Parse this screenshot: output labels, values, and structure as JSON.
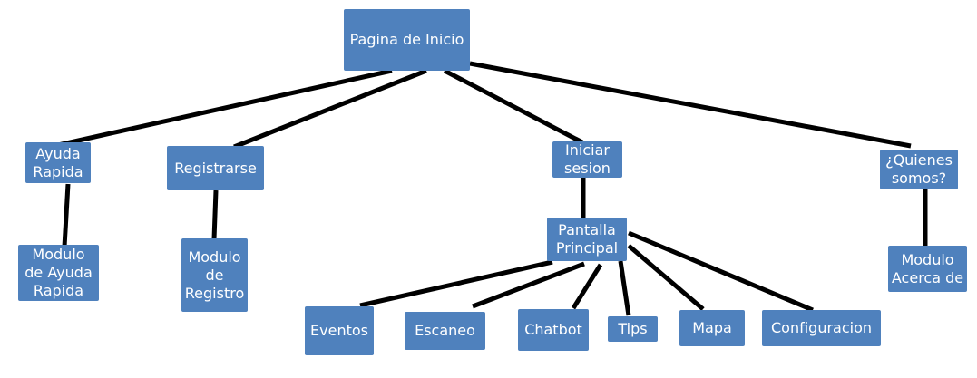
{
  "diagram": {
    "nodes": {
      "root": "Pagina de Inicio",
      "ayuda": "Ayuda\nRapida",
      "registrarse": "Registrarse",
      "iniciar": "Iniciar\nsesion",
      "quienes": "¿Quienes\nsomos?",
      "mod_ayuda": "Modulo\nde Ayuda\nRapida",
      "mod_registro": "Modulo\nde\nRegistro",
      "pantalla": "Pantalla\nPrincipal",
      "mod_acerca": "Modulo\nAcerca de",
      "eventos": "Eventos",
      "escaneo": "Escaneo",
      "chatbot": "Chatbot",
      "tips": "Tips",
      "mapa": "Mapa",
      "configuracion": "Configuracion"
    },
    "colors": {
      "node_fill": "#4f81bd",
      "node_text": "#ffffff",
      "connector": "#000000"
    }
  }
}
